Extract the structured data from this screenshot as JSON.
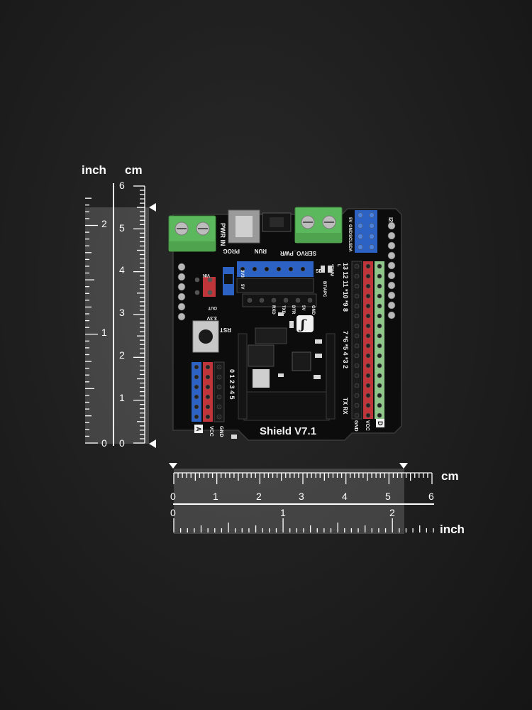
{
  "vertical_ruler": {
    "inch_label": "inch",
    "cm_label": "cm",
    "inch_ticks": [
      "2",
      "1",
      "0"
    ],
    "cm_ticks": [
      "6",
      "5",
      "4",
      "3",
      "2",
      "1",
      "0"
    ]
  },
  "horizontal_ruler": {
    "cm_label": "cm",
    "inch_label": "inch",
    "cm_ticks": [
      "0",
      "1",
      "2",
      "3",
      "4",
      "5",
      "6"
    ],
    "inch_ticks": [
      "0",
      "1",
      "2"
    ]
  },
  "board": {
    "title": "Shield V7.1",
    "labels": {
      "pwr_in": "PWR IN",
      "prog": "PROG",
      "run": "RUN",
      "servo_pwr": "SERVO_PWR",
      "i2c": "I2C",
      "five_v": "5V",
      "gnd": "GND",
      "scl": "SCL",
      "sda": "SDA",
      "sd": "SD",
      "l": "L",
      "pwm": "*PWM",
      "bt_apc": "BT/APC",
      "rst": "RST",
      "v33": "3.3V",
      "vin": "VIN",
      "out": "OUT",
      "rxd": "RXD",
      "txd": "TXD",
      "dtr": "DTR",
      "gnd2": "GND",
      "v5b": "5V",
      "v33b": "3V3",
      "sel5v": "5V",
      "a_label": "A",
      "d_label": "D",
      "vcc": "VCC",
      "gnd_a": "GND",
      "gnd_d": "GND",
      "vcc_d": "VCC",
      "digital_top": "13 12 11 *10 *9 8",
      "digital_mid": "7 *6 *5 4 *3 2",
      "txrx": "TX RX",
      "analog_nums": "0 1 2 3 4 5",
      "logo": "ʃ"
    }
  },
  "colors": {
    "pcb": "#0d0d0d",
    "terminal": "#5cb85c",
    "header_blue": "#2b62c4",
    "header_red": "#c0353a",
    "header_green": "#8fc78a",
    "ruler_band": "rgba(255,255,255,0.16)"
  }
}
